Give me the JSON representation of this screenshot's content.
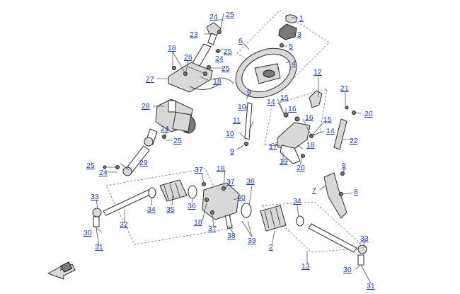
{
  "diagram": {
    "colors": {
      "label": "#1f3f9e",
      "line": "#555555",
      "part": "#2b2b2b"
    },
    "labels": [
      {
        "key": "l1",
        "text": "1"
      },
      {
        "key": "l3",
        "text": "3"
      },
      {
        "key": "l5",
        "text": "5"
      },
      {
        "key": "l6",
        "text": "6"
      },
      {
        "key": "l4",
        "text": "4"
      },
      {
        "key": "l24a",
        "text": "24"
      },
      {
        "key": "l25a",
        "text": "25"
      },
      {
        "key": "l23",
        "text": "23"
      },
      {
        "key": "l25b",
        "text": "25"
      },
      {
        "key": "l24b",
        "text": "24"
      },
      {
        "key": "l18a",
        "text": "18"
      },
      {
        "key": "l26",
        "text": "26"
      },
      {
        "key": "l25c",
        "text": "25"
      },
      {
        "key": "l27",
        "text": "27"
      },
      {
        "key": "l18b",
        "text": "18"
      },
      {
        "key": "l12",
        "text": "12"
      },
      {
        "key": "l9a",
        "text": "9"
      },
      {
        "key": "l10a",
        "text": "10"
      },
      {
        "key": "l15a",
        "text": "15"
      },
      {
        "key": "l14a",
        "text": "14"
      },
      {
        "key": "l16a",
        "text": "16"
      },
      {
        "key": "l21",
        "text": "21"
      },
      {
        "key": "l20a",
        "text": "20"
      },
      {
        "key": "l28",
        "text": "28"
      },
      {
        "key": "l11",
        "text": "11"
      },
      {
        "key": "l16b",
        "text": "16"
      },
      {
        "key": "l15b",
        "text": "15"
      },
      {
        "key": "l14b",
        "text": "14"
      },
      {
        "key": "l24c",
        "text": "24"
      },
      {
        "key": "l25d",
        "text": "25"
      },
      {
        "key": "l10b",
        "text": "10"
      },
      {
        "key": "l18c",
        "text": "18"
      },
      {
        "key": "l22",
        "text": "22"
      },
      {
        "key": "l9b",
        "text": "9"
      },
      {
        "key": "l17",
        "text": "17"
      },
      {
        "key": "l19",
        "text": "19"
      },
      {
        "key": "l20b",
        "text": "20"
      },
      {
        "key": "l25e",
        "text": "25"
      },
      {
        "key": "l24d",
        "text": "24"
      },
      {
        "key": "l29",
        "text": "29"
      },
      {
        "key": "l8a",
        "text": "8"
      },
      {
        "key": "l37a",
        "text": "37"
      },
      {
        "key": "l18d",
        "text": "18"
      },
      {
        "key": "l37b",
        "text": "37"
      },
      {
        "key": "l36a",
        "text": "36"
      },
      {
        "key": "l7",
        "text": "7"
      },
      {
        "key": "l8b",
        "text": "8"
      },
      {
        "key": "l40",
        "text": "40"
      },
      {
        "key": "l33a",
        "text": "33"
      },
      {
        "key": "l34a",
        "text": "34"
      },
      {
        "key": "l35",
        "text": "35"
      },
      {
        "key": "l36b",
        "text": "36"
      },
      {
        "key": "l34b",
        "text": "34"
      },
      {
        "key": "l18e",
        "text": "18"
      },
      {
        "key": "l37c",
        "text": "37"
      },
      {
        "key": "l32",
        "text": "32"
      },
      {
        "key": "l38",
        "text": "38"
      },
      {
        "key": "l39",
        "text": "39"
      },
      {
        "key": "l30a",
        "text": "30"
      },
      {
        "key": "l2",
        "text": "2"
      },
      {
        "key": "l33b",
        "text": "33"
      },
      {
        "key": "l31a",
        "text": "31"
      },
      {
        "key": "l13",
        "text": "13"
      },
      {
        "key": "l30b",
        "text": "30"
      },
      {
        "key": "l31b",
        "text": "31"
      }
    ]
  }
}
